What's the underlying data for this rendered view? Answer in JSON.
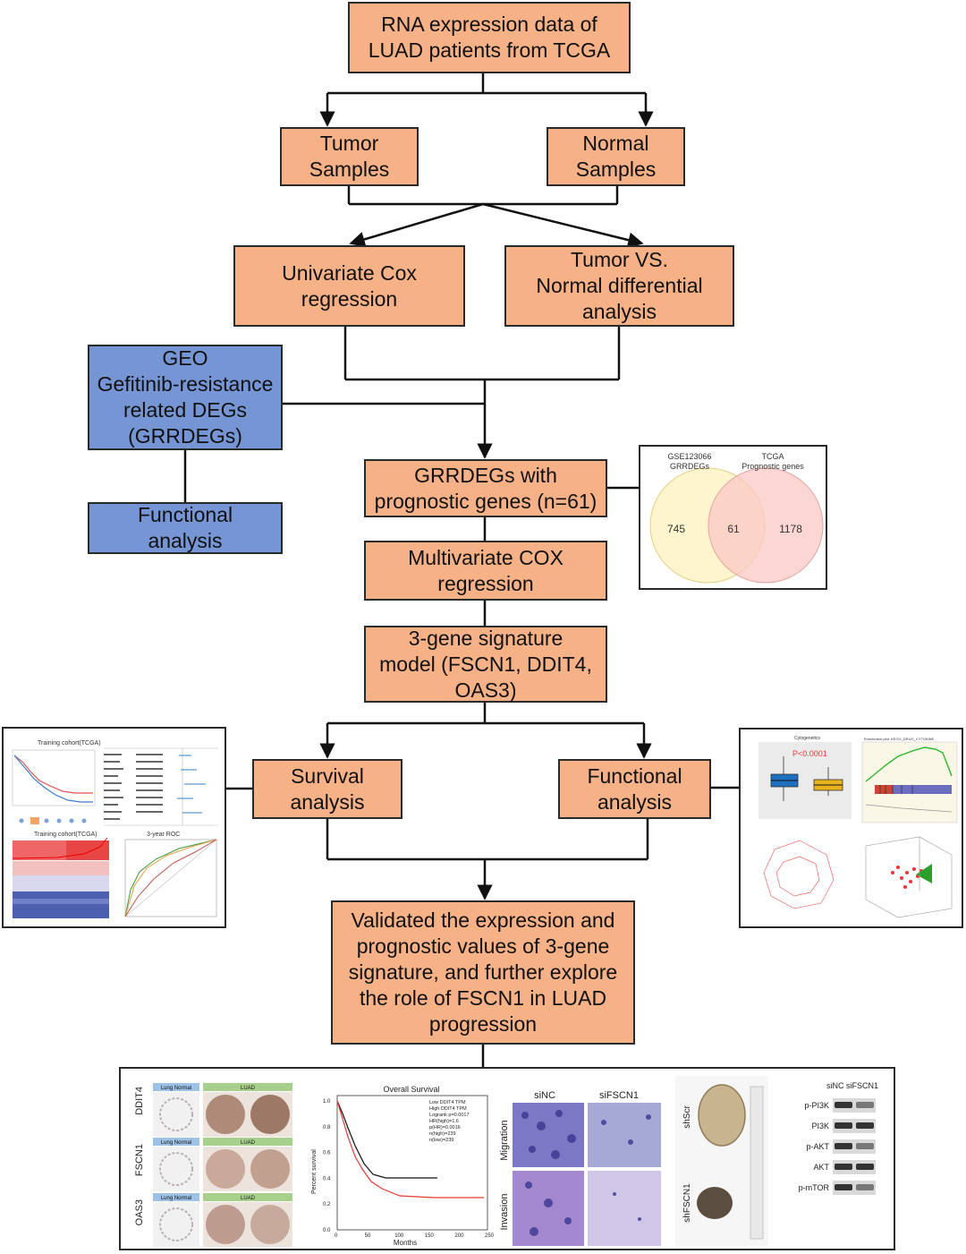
{
  "nodes": {
    "rna": "RNA expression data of\nLUAD patients from TCGA",
    "tumor": "Tumor\nSamples",
    "normal": "Normal\nSamples",
    "univariate": "Univariate Cox\nregression",
    "tumor_vs_normal": "Tumor VS.\nNormal differential\nanalysis",
    "geo": "GEO\nGefitinib-resistance\nrelated DEGs\n(GRRDEGs)",
    "functional_left": "Functional\nanalysis",
    "grrdegs": "GRRDEGs with\nprognostic genes (n=61)",
    "multivariate": "Multivariate COX\nregression",
    "signature": "3-gene signature\nmodel (FSCN1, DDIT4,\nOAS3)",
    "survival": "Survival\nanalysis",
    "functional_right": "Functional\nanalysis",
    "validated": "Validated the expression and\nprognostic values of 3-gene\nsignature, and further explore\nthe role of FSCN1 in LUAD\nprogression"
  },
  "venn": {
    "left_label": "GSE123066\nGRRDEGs",
    "right_label": "TCGA\nPrognostic genes",
    "left_only": "745",
    "overlap": "61",
    "right_only": "1178"
  },
  "survival_panel": {
    "title1": "Training cohort(TCGA)",
    "title2": "Training cohort(TCGA)",
    "roc_title": "3-year ROC"
  },
  "functional_panel": {
    "pvalue": "P<0.0001",
    "box_title": "Cytogenetics",
    "gsea_title": "Enrichment plot: KEGG_DRUG_CYTOKINE"
  },
  "bottom_panel": {
    "ihc_rows": [
      "DDIT4",
      "FSCN1",
      "OAS3"
    ],
    "ihc_col_normal": "Lung Normal",
    "ihc_col_luad": "LUAD",
    "km_title": "Overall Survival",
    "km_legend": [
      "Low DDIT4 TPM",
      "High DDIT4 TPM",
      "Logrank p=0.0017",
      "HR(high)=1.6",
      "p(HR)=0.0016",
      "n(high)=239",
      "n(low)=239"
    ],
    "km_xlabel": "Months",
    "km_ylabel": "Percent survival",
    "km_xticks": [
      "0",
      "50",
      "100",
      "150",
      "200",
      "250"
    ],
    "km_yticks": [
      "0.0",
      "0.2",
      "0.4",
      "0.6",
      "0.8",
      "1.0"
    ],
    "assay_cols": [
      "siNC",
      "siFSCN1"
    ],
    "assay_rows": [
      "Migration",
      "Invasion"
    ],
    "tumor_labels": [
      "shScr",
      "shFSCN1"
    ],
    "wb_cols": "siNC siFSCN1",
    "wb_rows": [
      "p-PI3K",
      "PI3K",
      "p-AKT",
      "AKT",
      "p-mTOR"
    ]
  }
}
